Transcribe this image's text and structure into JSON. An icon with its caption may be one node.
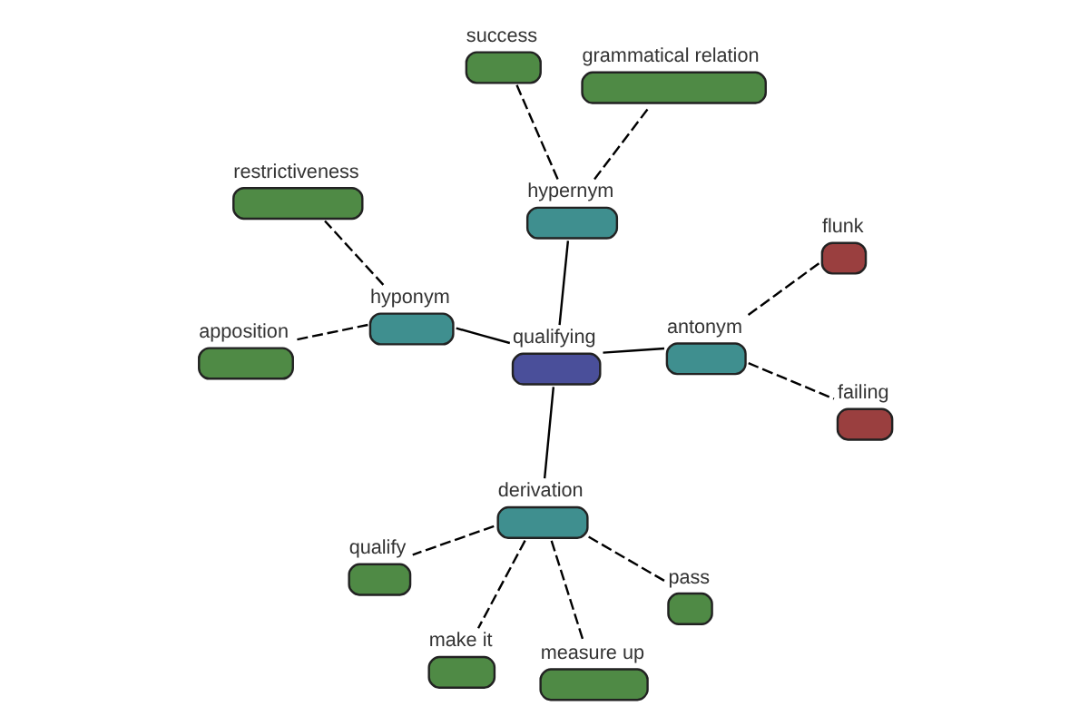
{
  "diagram": {
    "nodes": [
      {
        "text": [
          "qualifying"
        ]
      },
      {
        "text": [
          "hypernym"
        ]
      },
      {
        "text": [
          "grammatical relation"
        ]
      },
      {
        "text": [
          "success"
        ]
      },
      {
        "text": [
          "hyponym"
        ]
      },
      {
        "text": [
          "restrictiveness"
        ]
      },
      {
        "text": [
          "apposition"
        ]
      },
      {
        "text": [
          "derivation"
        ]
      },
      {
        "text": [
          "make it"
        ]
      },
      {
        "text": [
          "pass"
        ]
      },
      {
        "text": [
          "measure up"
        ]
      },
      {
        "text": [
          "qualify"
        ]
      },
      {
        "text": [
          "antonym"
        ]
      },
      {
        "text": [
          "failing"
        ]
      },
      {
        "text": [
          "flunk"
        ]
      }
    ],
    "edges": [
      {
        "from": 0,
        "to": 1,
        "arrow": "none"
      },
      {
        "from": 0,
        "to": 4,
        "arrow": "none"
      },
      {
        "from": 0,
        "to": 7,
        "arrow": "none"
      },
      {
        "from": 0,
        "to": 12,
        "arrow": "none"
      },
      {
        "from": 1,
        "to": 2,
        "arrow": "none",
        "style": "dashed"
      },
      {
        "from": 1,
        "to": 3,
        "arrow": "none",
        "style": "dashed"
      },
      {
        "from": 4,
        "to": 5,
        "arrow": "none",
        "style": "dashed"
      },
      {
        "from": 4,
        "to": 6,
        "arrow": "none",
        "style": "dashed"
      },
      {
        "from": 7,
        "to": 8,
        "arrow": "none",
        "style": "dashed"
      },
      {
        "from": 7,
        "to": 9,
        "arrow": "none",
        "style": "dashed"
      },
      {
        "from": 7,
        "to": 10,
        "arrow": "none",
        "style": "dashed"
      },
      {
        "from": 7,
        "to": 11,
        "arrow": "none",
        "style": "dashed"
      },
      {
        "from": 12,
        "to": 13,
        "arrow": "none",
        "style": "dashed"
      },
      {
        "from": 12,
        "to": 14,
        "arrow": "none",
        "style": "dashed"
      }
    ]
  }
}
